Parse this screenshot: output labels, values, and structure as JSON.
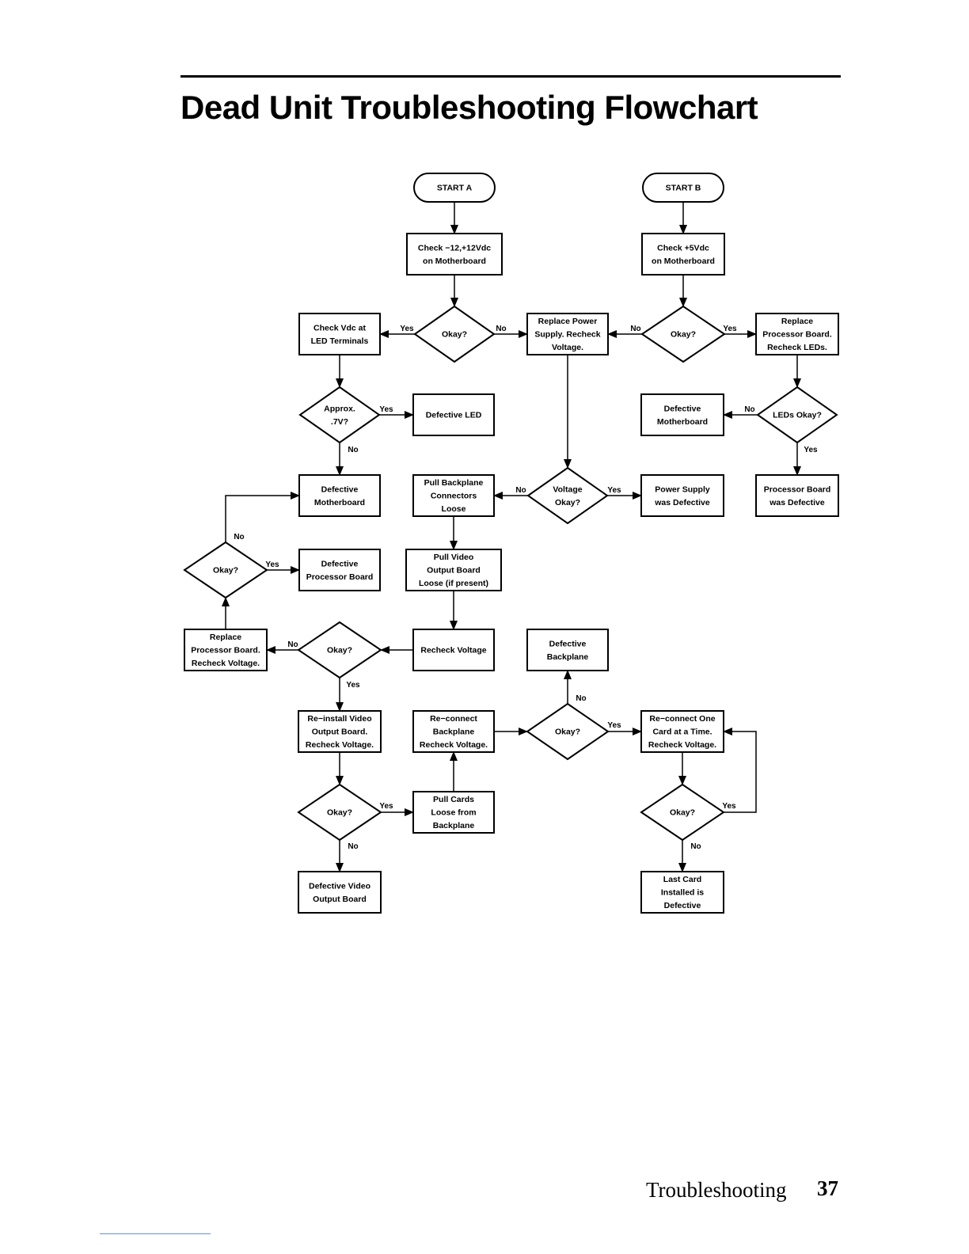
{
  "header": {
    "title": "Dead Unit Troubleshooting Flowchart"
  },
  "footer": {
    "section": "Troubleshooting",
    "page_number": "37"
  },
  "flowchart": {
    "nodes": [
      {
        "id": "startA",
        "shape": "terminal",
        "lines": [
          "START A"
        ]
      },
      {
        "id": "startB",
        "shape": "terminal",
        "lines": [
          "START B"
        ]
      },
      {
        "id": "checkA",
        "shape": "process",
        "lines": [
          "Check −12,+12Vdc",
          "on Motherboard"
        ]
      },
      {
        "id": "checkB",
        "shape": "process",
        "lines": [
          "Check +5Vdc",
          "on Motherboard"
        ]
      },
      {
        "id": "okA",
        "shape": "decision",
        "lines": [
          "Okay?"
        ]
      },
      {
        "id": "okB",
        "shape": "decision",
        "lines": [
          "Okay?"
        ]
      },
      {
        "id": "checkLED",
        "shape": "process",
        "lines": [
          "Check Vdc at",
          "LED Terminals"
        ]
      },
      {
        "id": "replacePS",
        "shape": "process",
        "lines": [
          "Replace Power",
          "Supply. Recheck",
          "Voltage."
        ]
      },
      {
        "id": "replaceProc1",
        "shape": "process",
        "lines": [
          "Replace",
          "Processor Board.",
          "Recheck LEDs."
        ]
      },
      {
        "id": "approx",
        "shape": "decision",
        "lines": [
          "Approx.",
          ".7V?"
        ]
      },
      {
        "id": "defLED",
        "shape": "process",
        "lines": [
          "Defective LED"
        ]
      },
      {
        "id": "defMB2",
        "shape": "process",
        "lines": [
          "Defective",
          "Motherboard"
        ]
      },
      {
        "id": "ledsOk",
        "shape": "decision",
        "lines": [
          "LEDs Okay?"
        ]
      },
      {
        "id": "defMB1",
        "shape": "process",
        "lines": [
          "Defective",
          "Motherboard"
        ]
      },
      {
        "id": "pullBP",
        "shape": "process",
        "lines": [
          "Pull Backplane",
          "Connectors",
          "Loose"
        ]
      },
      {
        "id": "voltOk",
        "shape": "decision",
        "lines": [
          "Voltage",
          "Okay?"
        ]
      },
      {
        "id": "psDef",
        "shape": "process",
        "lines": [
          "Power Supply",
          "was Defective"
        ]
      },
      {
        "id": "procDef",
        "shape": "process",
        "lines": [
          "Processor Board",
          "was Defective"
        ]
      },
      {
        "id": "okLeft",
        "shape": "decision",
        "lines": [
          "Okay?"
        ]
      },
      {
        "id": "defProc",
        "shape": "process",
        "lines": [
          "Defective",
          "Processor Board"
        ]
      },
      {
        "id": "pullVideo",
        "shape": "process",
        "lines": [
          "Pull Video",
          "Output Board",
          "Loose (if present)"
        ]
      },
      {
        "id": "replaceProc2",
        "shape": "process",
        "lines": [
          "Replace",
          "Processor Board.",
          "Recheck Voltage."
        ]
      },
      {
        "id": "okMid",
        "shape": "decision",
        "lines": [
          "Okay?"
        ]
      },
      {
        "id": "recheckV",
        "shape": "process",
        "lines": [
          "Recheck Voltage"
        ]
      },
      {
        "id": "defBP",
        "shape": "process",
        "lines": [
          "Defective",
          "Backplane"
        ]
      },
      {
        "id": "reinstallVideo",
        "shape": "process",
        "lines": [
          "Re−install Video",
          "Output Board.",
          "Recheck Voltage."
        ]
      },
      {
        "id": "reconnectBP",
        "shape": "process",
        "lines": [
          "Re−connect",
          "Backplane",
          "Recheck Voltage."
        ]
      },
      {
        "id": "okBP",
        "shape": "decision",
        "lines": [
          "Okay?"
        ]
      },
      {
        "id": "reconnectCard",
        "shape": "process",
        "lines": [
          "Re−connect One",
          "Card at a Time.",
          "Recheck Voltage."
        ]
      },
      {
        "id": "okVideo",
        "shape": "decision",
        "lines": [
          "Okay?"
        ]
      },
      {
        "id": "pullCards",
        "shape": "process",
        "lines": [
          "Pull Cards",
          "Loose from",
          "Backplane"
        ]
      },
      {
        "id": "okCard",
        "shape": "decision",
        "lines": [
          "Okay?"
        ]
      },
      {
        "id": "defVideo",
        "shape": "process",
        "lines": [
          "Defective Video",
          "Output Board"
        ]
      },
      {
        "id": "lastCard",
        "shape": "process",
        "lines": [
          "Last Card",
          "Installed is",
          "Defective"
        ]
      }
    ],
    "edge_labels": [
      {
        "id": "okA-yes",
        "text": "Yes"
      },
      {
        "id": "okA-no",
        "text": "No"
      },
      {
        "id": "okB-no",
        "text": "No"
      },
      {
        "id": "okB-yes",
        "text": "Yes"
      },
      {
        "id": "approx-yes",
        "text": "Yes"
      },
      {
        "id": "approx-no",
        "text": "No"
      },
      {
        "id": "ledsOk-no",
        "text": "No"
      },
      {
        "id": "ledsOk-yes",
        "text": "Yes"
      },
      {
        "id": "voltOk-no",
        "text": "No"
      },
      {
        "id": "voltOk-yes",
        "text": "Yes"
      },
      {
        "id": "okLeft-no",
        "text": "No"
      },
      {
        "id": "okLeft-yes",
        "text": "Yes"
      },
      {
        "id": "okMid-no",
        "text": "No"
      },
      {
        "id": "okMid-yes",
        "text": "Yes"
      },
      {
        "id": "okBP-no",
        "text": "No"
      },
      {
        "id": "okBP-yes",
        "text": "Yes"
      },
      {
        "id": "okVideo-yes",
        "text": "Yes"
      },
      {
        "id": "okVideo-no",
        "text": "No"
      },
      {
        "id": "okCard-yes",
        "text": "Yes"
      },
      {
        "id": "okCard-no",
        "text": "No"
      }
    ]
  }
}
